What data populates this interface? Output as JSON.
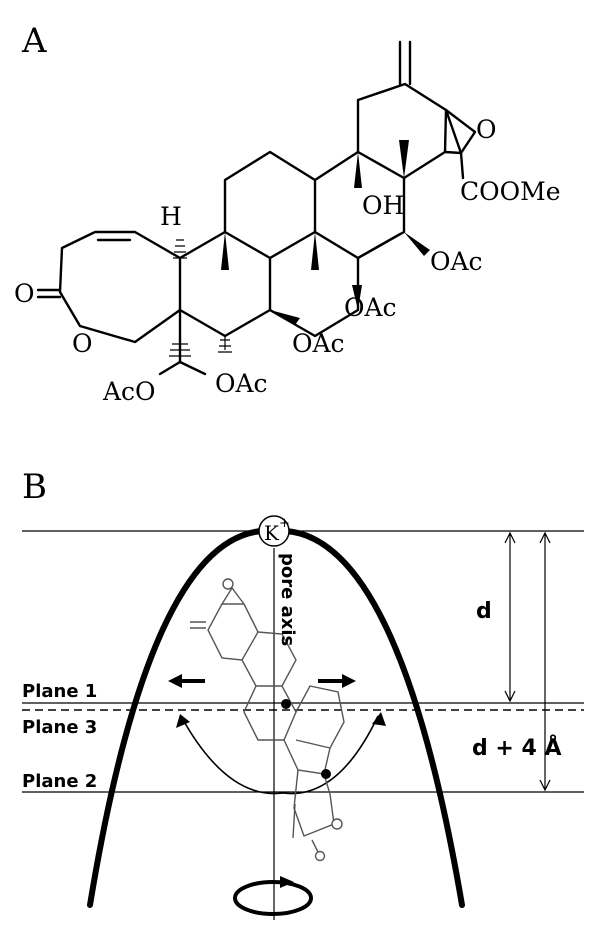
{
  "figure": {
    "panel_a_label": "A",
    "panel_b_label": "B",
    "structure_labels": {
      "h": "H",
      "oh": "OH",
      "coome": "COOMe",
      "oac_1": "OAc",
      "oac_2": "OAc",
      "oac_3": "OAc",
      "oac_4": "OAc",
      "aco": "AcO",
      "ring_o_lactone": "O",
      "carbonyl_o": "O",
      "epoxide_o": "O"
    },
    "pore_model": {
      "ion_label": "K",
      "ion_charge": "+",
      "axis_label": "pore axis",
      "plane_1": "Plane 1",
      "plane_2": "Plane 2",
      "plane_3": "Plane 3",
      "distance_d": "d",
      "distance_d_plus": "d + 4 Å"
    }
  }
}
